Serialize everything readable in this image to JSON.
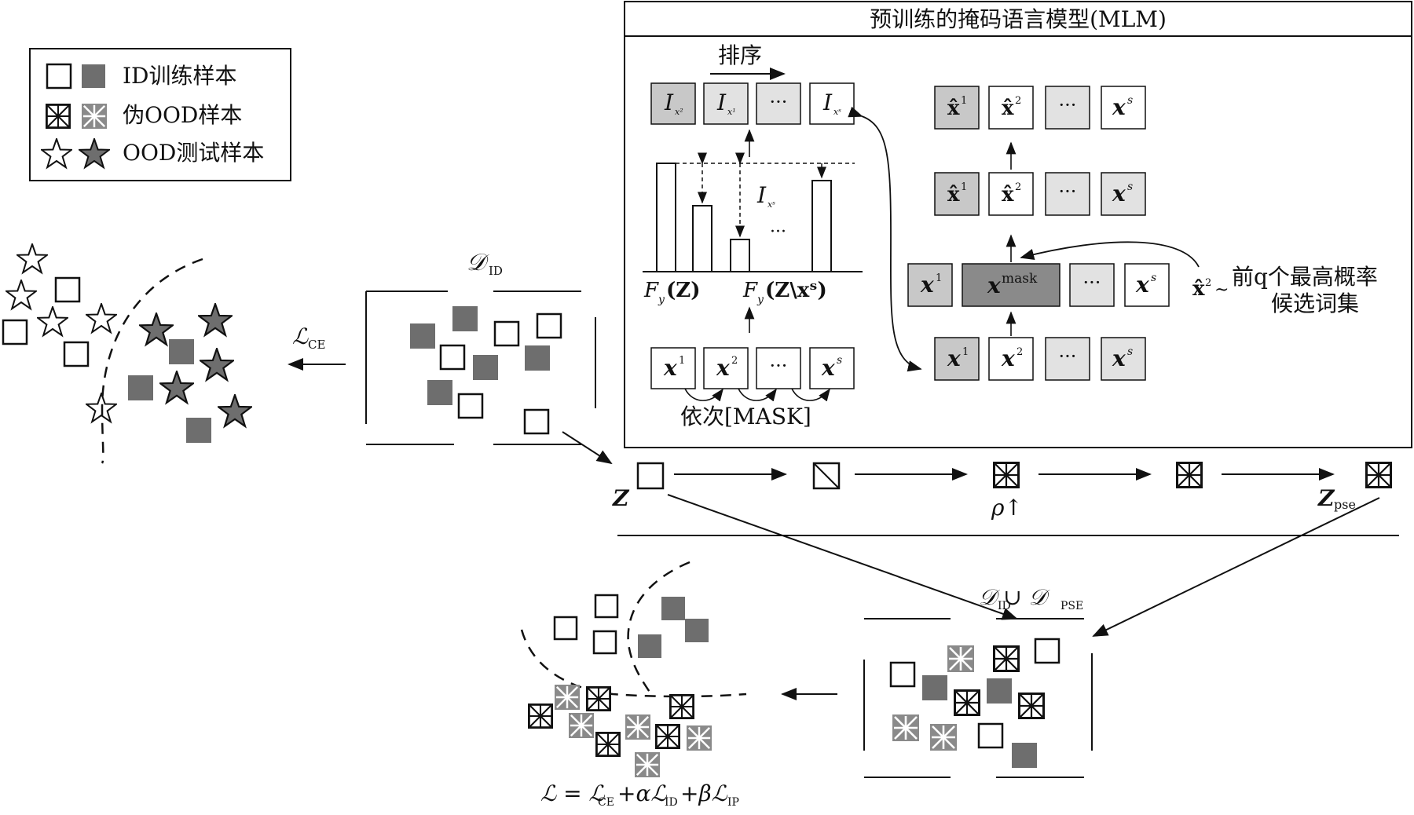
{
  "legend": {
    "id_samples": "ID训练样本",
    "pseudo_ood_samples": "伪OOD样本",
    "ood_test_samples": "OOD测试样本"
  },
  "mlm": {
    "title": "预训练的掩码语言模型(MLM)",
    "sort_label": "排序",
    "ellipsis": "···",
    "importance": {
      "base": "I",
      "sub_x2": "x²",
      "sub_x1": "x¹",
      "sub_xs": "xˢ"
    },
    "f_full": "F",
    "f_full_arg": "(Z)",
    "f_masked_arg": "(Z\\xˢ)",
    "f_sub": "y",
    "bar_ellipsis": "···",
    "mask_seq_label": "依次[MASK]",
    "x_base": "x",
    "sup1": "1",
    "sup2": "2",
    "sups": "s",
    "sup_mask": "mask",
    "candidate_text_1": "前q个最高概率",
    "candidate_text_2": "候选词集",
    "candidate_sym": "x̂",
    "candidate_sim": "~"
  },
  "sets": {
    "d_id": "𝒟",
    "d_id_sub": "ID",
    "d_union": "𝒟 ∪ 𝒟",
    "d_union_sub1": "ID",
    "d_union_sub2": "PSE"
  },
  "losses": {
    "l_ce": "ℒ",
    "l_ce_sub": "CE",
    "total_formula": "ℒ = ℒ",
    "sub_ce": "CE",
    "plus_alpha": "+αℒ",
    "sub_id": "ID",
    "plus_beta": "+βℒ",
    "sub_ip": "IP"
  },
  "pipeline": {
    "z_label": "Z",
    "rho_label": "ρ↑",
    "zpse_label": "Z",
    "zpse_sub": "pse"
  },
  "colors": {
    "dark_gray": "#6e6e6e",
    "light_gray": "#c8c8c8",
    "lighter_gray": "#e2e2e2",
    "line": "#111111"
  }
}
